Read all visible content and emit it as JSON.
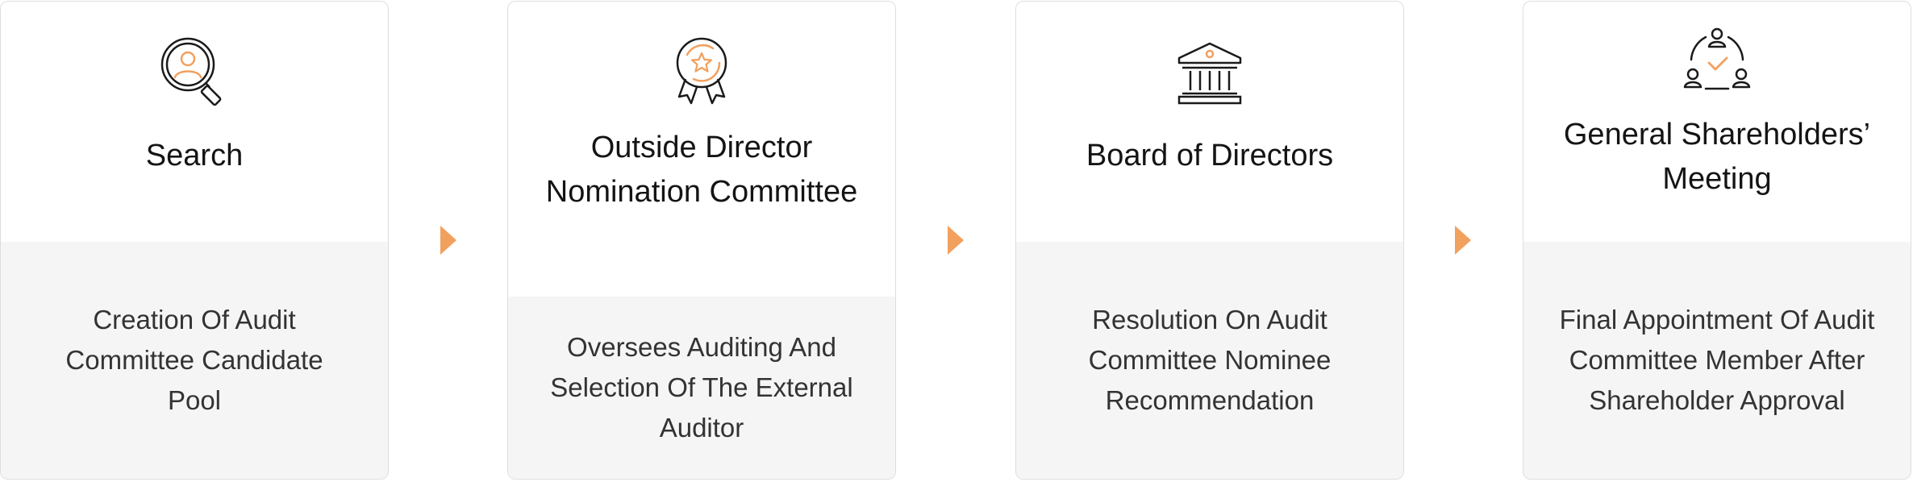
{
  "accent_color": "#f2a05e",
  "steps": [
    {
      "icon": "search-person-icon",
      "title": "Search",
      "description": "Creation Of Audit Committee Candidate Pool"
    },
    {
      "icon": "award-badge-icon",
      "title": "Outside Director Nomination Committee",
      "description": "Oversees Auditing And Selection Of The External Auditor"
    },
    {
      "icon": "bank-building-icon",
      "title": "Board of Directors",
      "description": "Resolution On Audit Committee Nominee Recommendation"
    },
    {
      "icon": "group-approval-icon",
      "title": "General Shareholders’ Meeting",
      "description": "Final Appointment Of Audit Committee Member After Shareholder Approval"
    }
  ]
}
